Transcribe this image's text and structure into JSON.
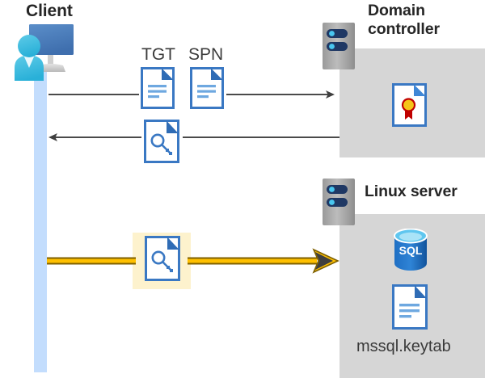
{
  "diagram": {
    "title": "Kerberos authentication flow between client, domain controller and Linux SQL server",
    "background": "#ffffff",
    "colors": {
      "panel_gray": "#d6d6d6",
      "lifeline_blue": "#c3ddfd",
      "arrow_dark": "#3f3f3f",
      "arrow_gold": "#ffc000",
      "arrow_gold_outline": "#7f6000",
      "highlight_yellow": "#fdf2cd",
      "doc_blue": "#3a78c3",
      "doc_blue_fold": "#2f6cb5",
      "doc_line_blue": "#6ea8e0",
      "accent_text": "#262626",
      "seal_gold": "#f5c518",
      "seal_red": "#c00000",
      "sql_blue": "#1f6fc4",
      "sql_top_cyan": "#5fc6ef",
      "client_monitor": "#4a7ebb",
      "client_person": "#34b3dd"
    }
  },
  "actors": {
    "client": {
      "label": "Client",
      "icon": "user-at-monitor-icon",
      "lifeline": true
    },
    "domain_controller": {
      "label": "Domain\ncontroller",
      "icon": "server-icon",
      "contents": [
        {
          "name": "certificate-icon",
          "label": ""
        }
      ]
    },
    "linux_server": {
      "label": "Linux server",
      "icon": "server-icon",
      "contents": [
        {
          "name": "sql-database-icon",
          "label": "SQL"
        },
        {
          "name": "keytab-document-icon",
          "label": "mssql.keytab"
        }
      ]
    }
  },
  "messages": [
    {
      "id": "msg-1",
      "labels": [
        "TGT",
        "SPN"
      ],
      "direction": "right",
      "style": "thin-dark",
      "from": "client",
      "to": "domain_controller",
      "payload_icons": [
        "document-icon",
        "document-icon"
      ]
    },
    {
      "id": "msg-2",
      "labels": [],
      "direction": "left",
      "style": "thin-dark",
      "from": "domain_controller",
      "to": "client",
      "payload_icons": [
        "key-document-icon"
      ]
    },
    {
      "id": "msg-3",
      "labels": [],
      "direction": "right",
      "style": "thick-gold",
      "from": "client",
      "to": "linux_server",
      "payload_icons": [
        "key-document-icon"
      ],
      "highlighted": true
    }
  ],
  "sql_icon_text": "SQL",
  "keytab_filename": "mssql.keytab"
}
